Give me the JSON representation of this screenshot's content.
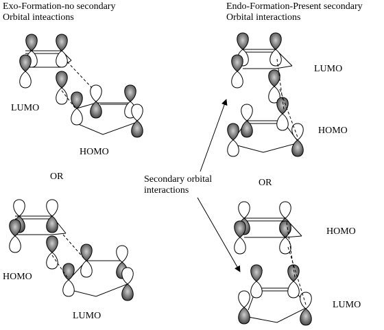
{
  "left_panel": {
    "title_line1": "Exo-Formation-no secondary",
    "title_line2": "Orbital inteactions",
    "top_pair": {
      "dienophile_label": "LUMO",
      "diene_label": "HOMO"
    },
    "separator": "OR",
    "bottom_pair": {
      "dienophile_label": "HOMO",
      "diene_label": "LUMO"
    }
  },
  "right_panel": {
    "title_line1": "Endo-Formation-Present secondary",
    "title_line2": "Orbital interactions",
    "top_pair": {
      "dienophile_label": "LUMO",
      "diene_label": "HOMO"
    },
    "separator": "OR",
    "bottom_pair": {
      "dienophile_label": "HOMO",
      "diene_label": "LUMO"
    }
  },
  "callout": {
    "line1": "Secondary orbital",
    "line2": "interactions"
  },
  "colors": {
    "ink": "#000000",
    "lobe_fill": "#707070",
    "lobe_empty": "#ffffff"
  }
}
